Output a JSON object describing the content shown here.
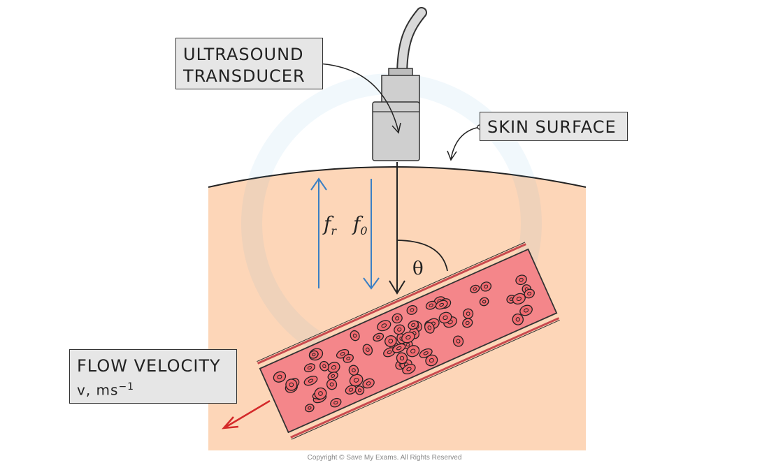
{
  "labels": {
    "transducer_line1": "ULTRASOUND",
    "transducer_line2": "TRANSDUCER",
    "skin_surface": "SKIN SURFACE",
    "flow_velocity_line1": "FLOW VELOCITY",
    "flow_velocity_line2": "v, ms",
    "flow_velocity_exponent": "−1"
  },
  "symbols": {
    "received_frequency": "f",
    "received_subscript": "r",
    "emitted_frequency": "f",
    "emitted_subscript": "0",
    "angle": "θ"
  },
  "copyright": "Copyright © Save My Exams. All Rights Reserved",
  "colors": {
    "tissue": "#fdd6b8",
    "vessel_fill": "#f4868a",
    "vessel_wall": "#c94a4e",
    "blood_cell": "#f26a70",
    "arrow_blue": "#3a7fc4",
    "arrow_red": "#d42a2a",
    "label_bg": "#e6e6e6"
  }
}
